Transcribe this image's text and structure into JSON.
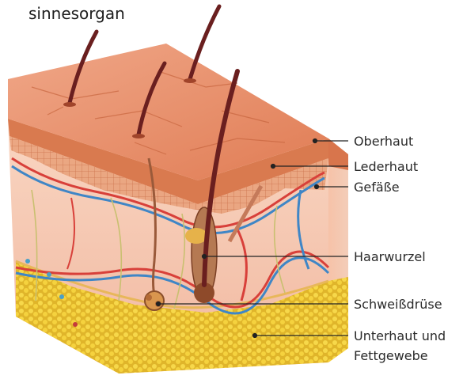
{
  "title": "sinnesorgan",
  "labels": {
    "oberhaut": "Oberhaut",
    "lederhaut": "Lederhaut",
    "gefaesse": "Gefäße",
    "haarwurzel": "Haarwurzel",
    "schweissdruese": "Schweißdrüse",
    "unterhaut_line1": "Unterhaut und",
    "unterhaut_line2": "Fettgewebe"
  },
  "colors": {
    "epidermis": "#e8906a",
    "dermis": "#f6c7ae",
    "fat": "#f2cf3a",
    "artery": "#d8403a",
    "vein": "#3f86c6",
    "hair": "#6a1f1f"
  }
}
